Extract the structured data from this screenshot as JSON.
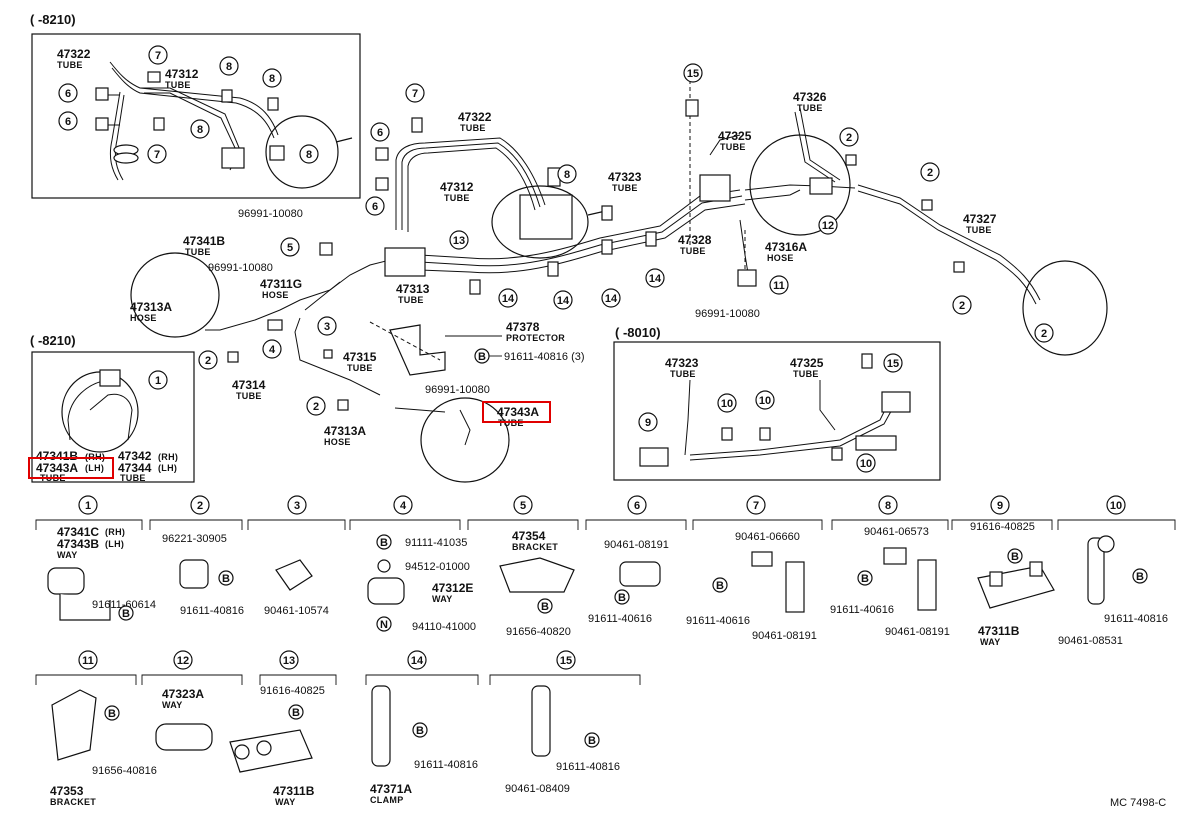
{
  "insets": {
    "top_left_header": "(      -8210)",
    "mid_left_header": "(      -8210)",
    "mid_right_header": "(      -8010)"
  },
  "labels": {
    "p47322a": "47322",
    "p47322a_sub": "TUBE",
    "p47312a": "47312",
    "p47312a_sub": "TUBE",
    "p47322b": "47322",
    "p47322b_sub": "TUBE",
    "p47312b": "47312",
    "p47312b_sub": "TUBE",
    "p47323": "47323",
    "p47323_sub": "TUBE",
    "p47325": "47325",
    "p47325_sub": "TUBE",
    "p47326": "47326",
    "p47326_sub": "TUBE",
    "p47327": "47327",
    "p47327_sub": "TUBE",
    "p47328": "47328",
    "p47328_sub": "TUBE",
    "p47316a": "47316A",
    "p47316a_sub": "HOSE",
    "p96991_a": "96991-10080",
    "p96991_b": "96991-10080",
    "p96991_c": "96991-10080",
    "p96991_d": "96991-10080",
    "p47341b": "47341B",
    "p47341b_sub": "TUBE",
    "p47311g": "47311G",
    "p47311g_sub": "HOSE",
    "p47313": "47313",
    "p47313_sub": "TUBE",
    "p47313a_l": "47313A",
    "p47313a_l_sub": "HOSE",
    "p47378": "47378",
    "p47378_sub": "PROTECTOR",
    "p91611_40816_3": "91611-40816 (3)",
    "p47315": "47315",
    "p47315_sub": "TUBE",
    "p47314": "47314",
    "p47314_sub": "TUBE",
    "p47313a_b": "47313A",
    "p47313a_b_sub": "HOSE",
    "p47343a_main": "47343A",
    "p47343a_main_sub": "TUBE",
    "inset_47341b": "47341B",
    "inset_47341b_rh": "(RH)",
    "inset_47343a": "47343A",
    "inset_47343a_lh": "(LH)",
    "inset_tube_l": "TUBE",
    "inset_47342": "47342",
    "inset_47342_rh": "(RH)",
    "inset_47344": "47344",
    "inset_47344_lh": "(LH)",
    "inset_tube_r": "TUBE",
    "r_47323": "47323",
    "r_47323_sub": "TUBE",
    "r_47325": "47325",
    "r_47325_sub": "TUBE"
  },
  "callouts": [
    "1",
    "2",
    "3",
    "4",
    "5",
    "6",
    "7",
    "8",
    "9",
    "10",
    "11",
    "12",
    "13",
    "14",
    "15"
  ],
  "legend": {
    "g1": {
      "num": "1",
      "a": "47341C",
      "a_s": "(RH)",
      "b": "47343B",
      "b_s": "(LH)",
      "sub": "WAY",
      "c": "91611-60614"
    },
    "g2": {
      "num": "2",
      "a": "96221-30905",
      "b": "91611-40816"
    },
    "g3": {
      "num": "3",
      "a": "90461-10574"
    },
    "g4": {
      "num": "4",
      "a": "91111-41035",
      "b": "94512-01000",
      "c": "47312E",
      "c_s": "WAY",
      "d": "94110-41000"
    },
    "g5": {
      "num": "5",
      "a": "47354",
      "a_s": "BRACKET",
      "b": "91656-40820"
    },
    "g6": {
      "num": "6",
      "a": "90461-08191",
      "b": "91611-40616"
    },
    "g7": {
      "num": "7",
      "a": "90461-06660",
      "b": "91611-40616",
      "c": "90461-08191"
    },
    "g8": {
      "num": "8",
      "a": "90461-06573",
      "b": "91611-40616",
      "c": "90461-08191"
    },
    "g9": {
      "num": "9",
      "a": "91616-40825",
      "b": "47311B",
      "b_s": "WAY"
    },
    "g10": {
      "num": "10",
      "a": "91611-40816",
      "b": "90461-08531"
    },
    "g11": {
      "num": "11",
      "a": "91656-40816",
      "b": "47353",
      "b_s": "BRACKET"
    },
    "g12": {
      "num": "12",
      "a": "47323A",
      "a_s": "WAY"
    },
    "g13": {
      "num": "13",
      "a": "91616-40825",
      "b": "47311B",
      "b_s": "WAY"
    },
    "g14": {
      "num": "14",
      "a": "91611-40816",
      "b": "47371A",
      "b_s": "CLAMP"
    },
    "g15": {
      "num": "15",
      "a": "91611-40816",
      "b": "90461-08409"
    }
  },
  "bolt_letter": "B",
  "nut_letter": "N",
  "footer": "MC 7498-C",
  "colors": {
    "highlight": "#e00000",
    "ink": "#111111"
  }
}
